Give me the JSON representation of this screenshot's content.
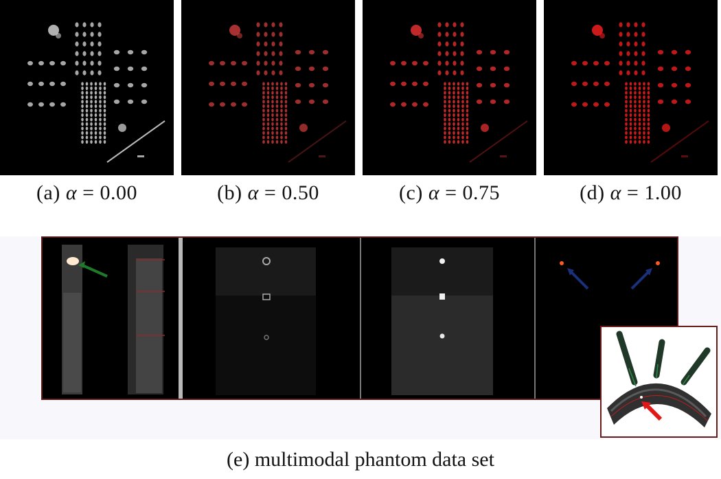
{
  "subfigures": [
    {
      "label": "(a)",
      "symbol": "α",
      "equation": "= 0.00",
      "tint": "#cfcfcf"
    },
    {
      "label": "(b)",
      "symbol": "α",
      "equation": "= 0.50",
      "tint": "#c43a3a"
    },
    {
      "label": "(c)",
      "symbol": "α",
      "equation": "= 0.75",
      "tint": "#e23030"
    },
    {
      "label": "(d)",
      "symbol": "α",
      "equation": "= 1.00",
      "tint": "#f01e1e"
    }
  ],
  "multimodal": {
    "caption_label": "(e)",
    "caption_text": "multimodal phantom data set",
    "frame_color": "#5a1a1a",
    "arrow_colors": {
      "green": "#1f7a2a",
      "blue": "#1b2f7a",
      "red": "#e01818"
    }
  }
}
